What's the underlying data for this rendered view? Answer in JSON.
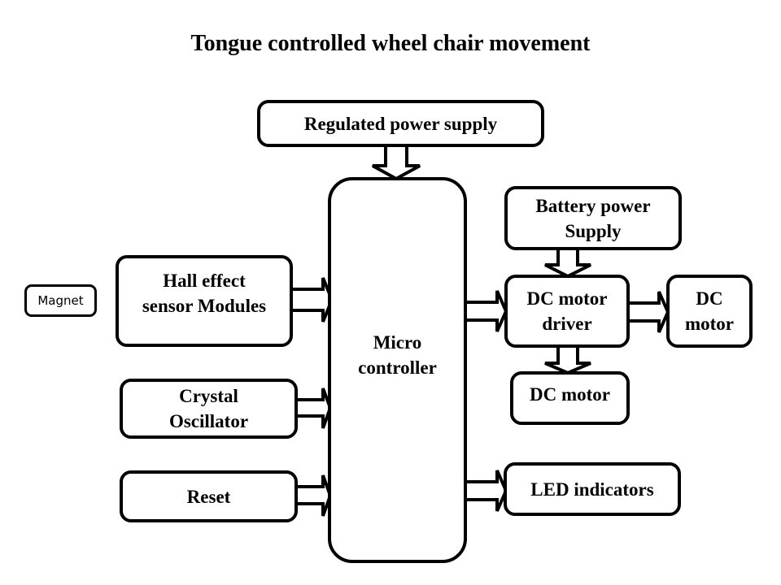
{
  "title": "Tongue controlled wheel chair movement",
  "blocks": {
    "regulated_power_supply": "Regulated power supply",
    "microcontroller": "Micro\ncontroller",
    "magnet": "Magnet",
    "hall_sensor": "Hall effect\nsensor Modules",
    "crystal_oscillator": "Crystal\nOscillator",
    "reset": "Reset",
    "battery_power_supply": "Battery power\nSupply",
    "dc_motor_driver": "DC motor\ndriver",
    "dc_motor_right": "DC\nmotor",
    "dc_motor_bottom": "DC motor",
    "led_indicators": "LED indicators"
  },
  "connections": [
    {
      "from": "Regulated power supply",
      "to": "Micro controller",
      "direction": "down"
    },
    {
      "from": "Hall effect sensor Modules",
      "to": "Micro controller",
      "direction": "right"
    },
    {
      "from": "Crystal Oscillator",
      "to": "Micro controller",
      "direction": "right"
    },
    {
      "from": "Reset",
      "to": "Micro controller",
      "direction": "right"
    },
    {
      "from": "Micro controller",
      "to": "DC motor driver",
      "direction": "right"
    },
    {
      "from": "Micro controller",
      "to": "LED indicators",
      "direction": "right"
    },
    {
      "from": "Battery power Supply",
      "to": "DC motor driver",
      "direction": "down"
    },
    {
      "from": "DC motor driver",
      "to": "DC motor",
      "direction": "right"
    },
    {
      "from": "DC motor driver",
      "to": "DC motor",
      "direction": "down"
    }
  ]
}
